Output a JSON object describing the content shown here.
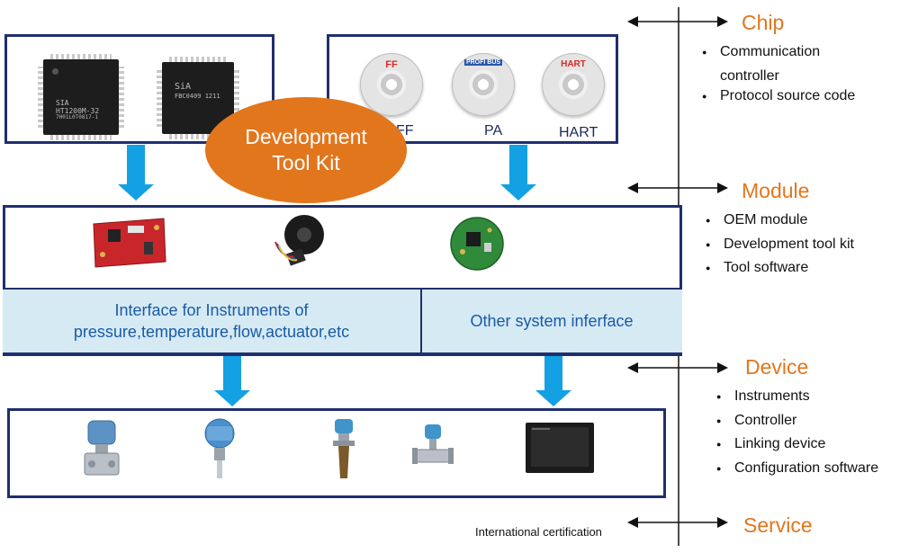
{
  "center_label": {
    "line1": "Development",
    "line2": "Tool Kit"
  },
  "chip_box": {
    "chips": [
      {
        "line1": "SIA",
        "line2": "HT1200M-32",
        "line3": "7H01L0T0817-1"
      },
      {
        "line1": "SiA",
        "line2": "FBC0409 1211"
      }
    ]
  },
  "cd_box": {
    "cds": [
      {
        "label": "FF",
        "caption": "FF"
      },
      {
        "label": "PROFI BUS",
        "caption": "PA"
      },
      {
        "label": "HART",
        "caption": "HART"
      }
    ]
  },
  "interface_band": {
    "left_line1": "Interface for Instruments of",
    "left_line2": "pressure,temperature,flow,actuator,etc",
    "right": "Other system inferface"
  },
  "categories": [
    {
      "title": "Chip",
      "items": [
        "Communication",
        "controller",
        "Protocol source code"
      ]
    },
    {
      "title": "Module",
      "items": [
        "OEM module",
        "Development tool kit",
        "Tool software"
      ]
    },
    {
      "title": "Device",
      "items": [
        "Instruments",
        "Controller",
        "Linking device",
        "Configuration software"
      ]
    },
    {
      "title": "Service",
      "items": []
    }
  ],
  "certification": "International certification",
  "colors": {
    "navy": "#1f2f6e",
    "orange": "#e2761d",
    "blue_arrow": "#13a1e3",
    "band": "#d6eaf4",
    "band_text": "#1a5aa6"
  },
  "icons": [
    "ic-chip",
    "cd-disc",
    "pcb-board",
    "round-module",
    "pressure-transmitter",
    "temperature-transmitter",
    "level-radar",
    "flow-meter",
    "touch-panel"
  ]
}
